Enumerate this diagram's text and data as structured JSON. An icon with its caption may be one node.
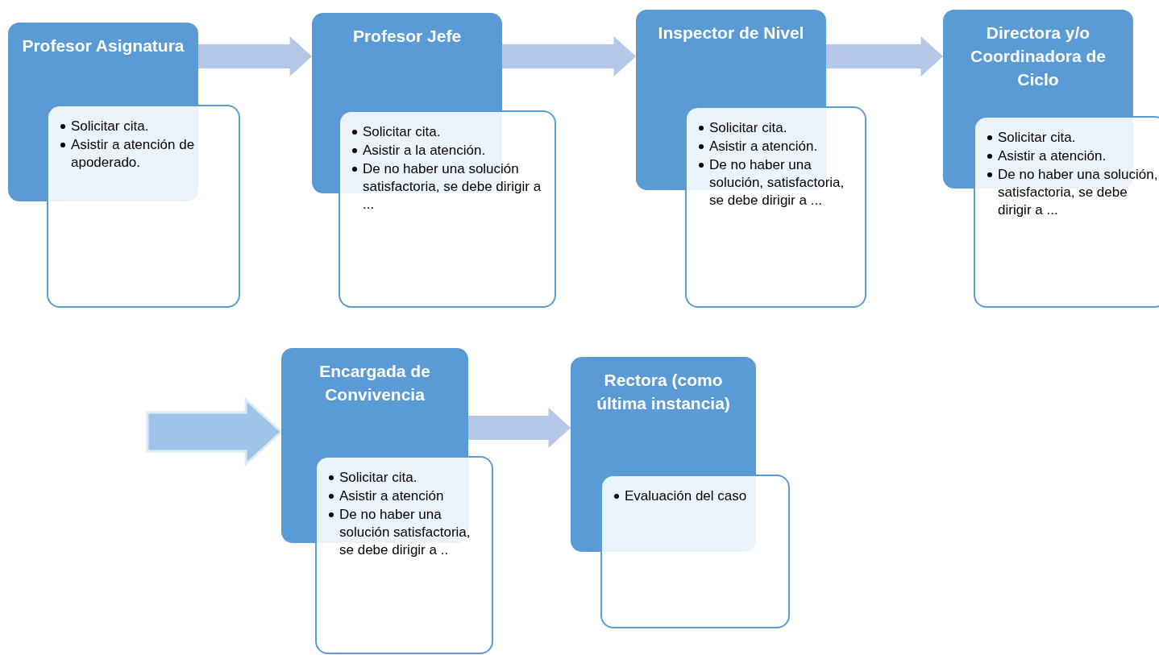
{
  "diagram": {
    "nodes": [
      {
        "text": [
          "Profesor Asignatura"
        ]
      },
      {
        "text": [
          "Solicitar cita.",
          "Asistir a atención de apoderado."
        ]
      },
      {
        "text": [
          "Profesor Jefe"
        ]
      },
      {
        "text": [
          "Solicitar cita.",
          "Asistir a la atención.",
          "De no haber una solución satisfactoria, se debe dirigir a ..."
        ]
      },
      {
        "text": [
          "Inspector de Nivel"
        ]
      },
      {
        "text": [
          "Solicitar cita.",
          "Asistir a atención.",
          "De no haber una solución, satisfactoria, se debe dirigir a ..."
        ]
      },
      {
        "text": [
          "Directora y/o Coordinadora de Ciclo"
        ]
      },
      {
        "text": [
          "Solicitar cita.",
          "Asistir a atención.",
          "De no haber una solución, satisfactoria, se debe dirigir a ..."
        ]
      },
      {
        "text": [
          "Encargada de Convivencia"
        ]
      },
      {
        "text": [
          "Solicitar cita.",
          "Asistir a atención",
          "De no haber una solución satisfactoria, se debe dirigir a .."
        ]
      },
      {
        "text": [
          "Rectora (como última instancia)"
        ]
      },
      {
        "text": [
          "Evaluación del caso"
        ]
      }
    ],
    "edges": [
      {
        "from": 0,
        "to": 2,
        "arrow": "to"
      },
      {
        "from": 2,
        "to": 4,
        "arrow": "to"
      },
      {
        "from": 4,
        "to": 6,
        "arrow": "to"
      },
      {
        "from": null,
        "to": 8,
        "arrow": "to"
      },
      {
        "from": 8,
        "to": 10,
        "arrow": "to"
      }
    ]
  }
}
